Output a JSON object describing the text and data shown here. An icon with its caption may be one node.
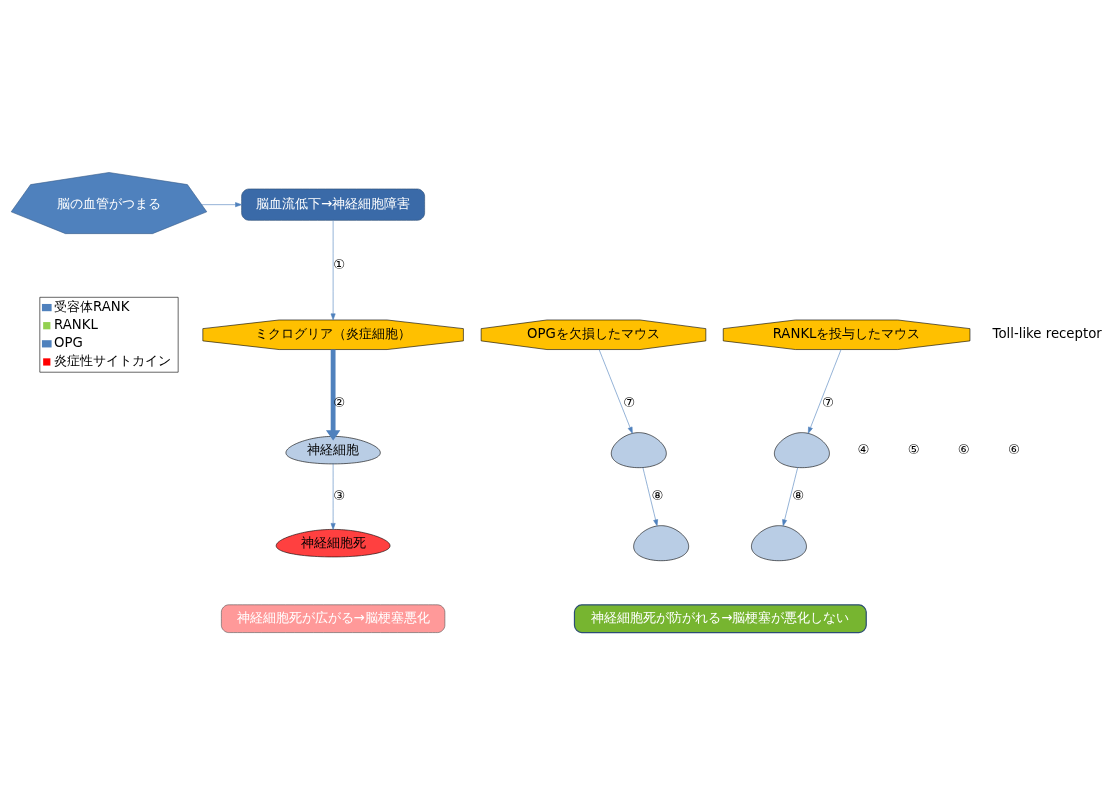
{
  "diagram": {
    "nodes": [
      {
        "text": [
          "脳の血管がつまる"
        ]
      },
      {
        "text": [
          "脳血流低下→神経細胞障害"
        ]
      },
      {
        "text": [
          "ミクログリア（炎症細胞）"
        ]
      },
      {
        "text": [
          "神経細胞"
        ]
      },
      {
        "text": [
          "神経細胞死"
        ]
      },
      {
        "text": [
          "神経細胞死が広がる→脳梗塞悪化"
        ]
      },
      {
        "text": [
          "OPGを欠損したマウス"
        ]
      },
      {
        "text": [
          "RANKLを投与したマウス"
        ]
      },
      {
        "text": [],
        "shape": "picture"
      },
      {
        "text": [],
        "shape": "picture"
      },
      {
        "text": [],
        "shape": "picture"
      },
      {
        "text": [],
        "shape": "picture"
      },
      {
        "text": [
          "神経細胞死が防がれる→脳梗塞が悪化しない"
        ]
      }
    ],
    "edges": [
      {
        "from": 0,
        "to": 1,
        "arrow": "to"
      },
      {
        "from": 1,
        "to": 2,
        "arrow": "to",
        "label": "①"
      },
      {
        "from": 2,
        "to": 3,
        "arrow": "to",
        "label": "②",
        "style": "thick"
      },
      {
        "from": 3,
        "to": 4,
        "arrow": "to",
        "label": "③"
      },
      {
        "from": 6,
        "to": 8,
        "arrow": "to",
        "label": "⑦"
      },
      {
        "from": 7,
        "to": 9,
        "arrow": "to",
        "label": "⑦"
      },
      {
        "from": 8,
        "to": 10,
        "arrow": "to",
        "label": "⑧"
      },
      {
        "from": 9,
        "to": 11,
        "arrow": "to",
        "label": "⑧"
      }
    ],
    "labels": [
      "Toll-like receptor",
      "④",
      "⑤",
      "⑥",
      "⑥"
    ],
    "legend": [
      {
        "text": "受容体RANK"
      },
      {
        "text": "RANKL",
        "color": "#92d050"
      },
      {
        "text": "OPG"
      },
      {
        "text": "炎症性サイトカイン",
        "color": "#ff0000"
      }
    ]
  }
}
